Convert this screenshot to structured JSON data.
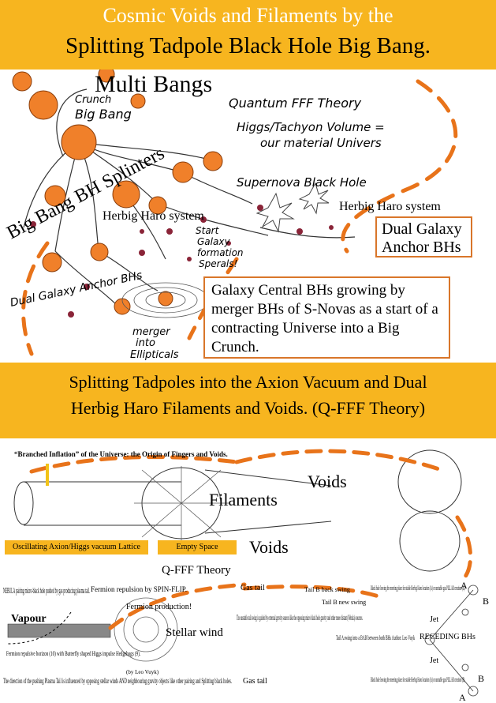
{
  "title": {
    "line1": "Cosmic Voids and Filaments by the",
    "line2": "Splitting Tadpole Black Hole Big Bang."
  },
  "top_panel": {
    "multi_bangs": "Multi Bangs",
    "crunch": "Crunch",
    "big_bang": "Big Bang",
    "quantum_fff": "Quantum FFF Theory",
    "higgs_volume_1": "Higgs/Tachyon Volume =",
    "higgs_volume_2": "our material Univers",
    "bh_splinters": "Big Bang BH Splinters",
    "supernova_bh": "Supernova Black Hole",
    "herbig_left": "Herbig Haro system",
    "herbig_right": "Herbig Haro system",
    "start_galaxy_1": "Start",
    "start_galaxy_2": "Galaxy",
    "start_galaxy_3": "formation",
    "start_galaxy_4": "Sperals!",
    "dual_anchor_box": "Dual Galaxy Anchor BHs",
    "dual_anchor_hand": "Dual Galaxy Anchor BHs",
    "merger_1": "merger",
    "merger_2": "into",
    "merger_3": "Ellipticals",
    "central_box": "Galaxy Central BHs growing by merger BHs of S-Novas as a start of a contracting Universe into a Big Crunch."
  },
  "mid_banner": {
    "line1": "Splitting Tadpoles into the Axion Vacuum and Dual",
    "line2": "Herbig Haro Filaments and Voids. (Q-FFF Theory)"
  },
  "mid_panel": {
    "inflation_title": "“Branched Inflation” of the Universe: the Origin of Fingers and Voids.",
    "voids_top": "Voids",
    "filaments": "Filaments",
    "voids_bottom": "Voids",
    "lattice": "Oscillating Axion/Higgs vacuum Lattice",
    "empty_space": "Empty Space",
    "qfff": "Q-FFF Theory"
  },
  "bottom_panel": {
    "nebula": "NEBULA pairing micro-black hole pushed by gas producing plasma tail.",
    "fermion_repulsion": "Fermion repulsion by SPIN-FLIP.",
    "fermion_production": "Fermion production!",
    "vapour": "Vapour",
    "stellar_wind": "Stellar wind",
    "fermion_horizon": "Fermion repulsive horizon (10) with Butterfly shaped Higgs impulse Hedgehogs (9).",
    "author": "(by Leo Vuyk)",
    "direction": "The direction of the pushing Plasma Tail is influenced by opposing stellar winds AND neighbouring gravity objects like other pairing and Splitting black holes.",
    "gas_tail_top": "Gas tail",
    "tail_b_back": "Tail B back swing",
    "tail_b_new": "Tail B new swing",
    "unstable_tail": "The unstable tail swing is guided by external gravity sources like the opposing micro black hole gravity and other more distant (Nebula) sources.",
    "tail_a_swing": "Tail A swing into a BAR between both BHs Author: Leo Vuyk",
    "gas_tail_bottom": "Gas tail",
    "bh_leaving_top": "Black hole leaving the meeting place for stable Herbig Haro location (A) or unstable gas PILLAR creation (B).",
    "bh_leaving_bottom": "Black hole leaving the meeting place for stable Herbig Haro location (A) or unstable gas PILLAR creation (B).",
    "receding": "RECEDING BHs",
    "jet_top": "Jet",
    "jet_bottom": "Jet",
    "label_a_top": "A",
    "label_b_top": "B",
    "label_a_bottom": "A",
    "label_b_bottom": "B"
  },
  "colors": {
    "banner": "#f7b51f",
    "accent_orange": "#e8731a",
    "ink": "#222222"
  }
}
